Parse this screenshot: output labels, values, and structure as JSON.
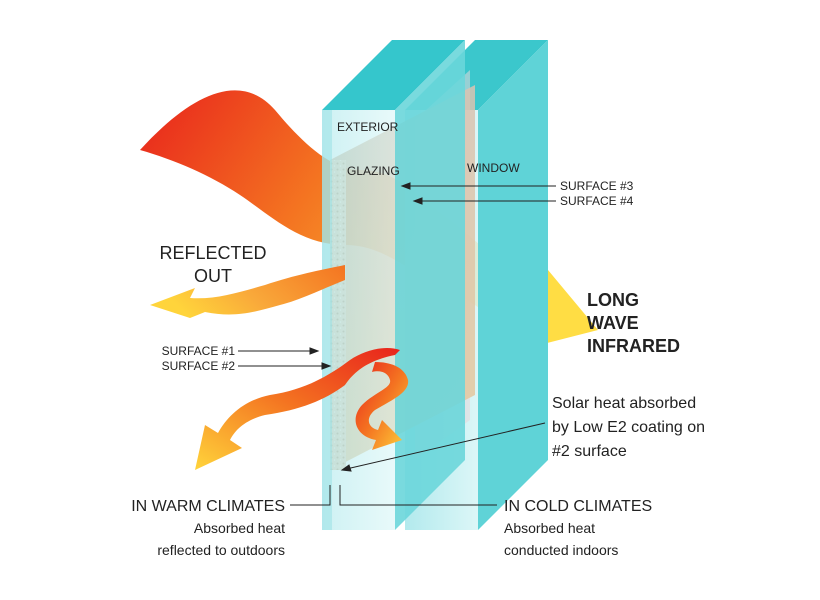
{
  "labels": {
    "exterior": "EXTERIOR",
    "glazing": "GLAZING",
    "window": "WINDOW",
    "surface3": "SURFACE #3",
    "surface4": "SURFACE #4",
    "surface1": "SURFACE #1",
    "surface2": "SURFACE #2",
    "reflected_line1": "REFLECTED",
    "reflected_line2": "OUT",
    "infrared_line1": "LONG",
    "infrared_line2": "WAVE",
    "infrared_line3": "INFRARED",
    "solar_line1": "Solar heat absorbed",
    "solar_line2": "by Low E2 coating on",
    "solar_line3": "#2 surface",
    "warm_title": "IN WARM CLIMATES",
    "warm_line1": "Absorbed heat",
    "warm_line2": "reflected to outdoors",
    "cold_title": "IN COLD CLIMATES",
    "cold_line1": "Absorbed heat",
    "cold_line2": "conducted indoors"
  },
  "colors": {
    "glass_face": "#bfeef0",
    "glass_edge": "#35c6cc",
    "coating": "#e2c8a2",
    "heat_hot": "#e8231c",
    "heat_warm": "#f7941d",
    "heat_cool": "#ffd43b"
  }
}
